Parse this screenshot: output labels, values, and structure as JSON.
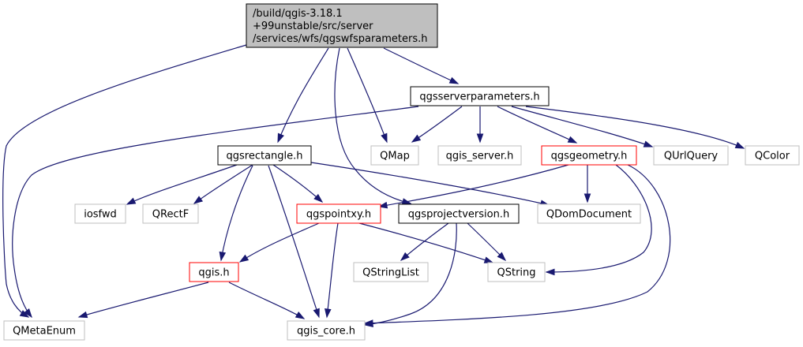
{
  "colors": {
    "edge": "#191970",
    "border_normal": "#000000",
    "border_external": "#bfbfbf",
    "border_incomplete": "#ff0000",
    "fill_root": "#bfbfbf",
    "fill_default": "#ffffff"
  },
  "nodes": [
    {
      "id": "root",
      "lines": [
        "/build/qgis-3.18.1",
        "+99unstable/src/server",
        "/services/wfs/qgswfsparameters.h"
      ],
      "kind": "root"
    },
    {
      "id": "qgsserverparameters",
      "lines": [
        "qgsserverparameters.h"
      ],
      "kind": "normal"
    },
    {
      "id": "qgsrectangle",
      "lines": [
        "qgsrectangle.h"
      ],
      "kind": "normal"
    },
    {
      "id": "qmap",
      "lines": [
        "QMap"
      ],
      "kind": "external"
    },
    {
      "id": "qgis_server",
      "lines": [
        "qgis_server.h"
      ],
      "kind": "external"
    },
    {
      "id": "qgsgeometry",
      "lines": [
        "qgsgeometry.h"
      ],
      "kind": "incomplete"
    },
    {
      "id": "qurlquery",
      "lines": [
        "QUrlQuery"
      ],
      "kind": "external"
    },
    {
      "id": "qcolor",
      "lines": [
        "QColor"
      ],
      "kind": "external"
    },
    {
      "id": "iosfwd",
      "lines": [
        "iosfwd"
      ],
      "kind": "external"
    },
    {
      "id": "qrectf",
      "lines": [
        "QRectF"
      ],
      "kind": "external"
    },
    {
      "id": "qgspointxy",
      "lines": [
        "qgspointxy.h"
      ],
      "kind": "incomplete"
    },
    {
      "id": "qgsprojectversion",
      "lines": [
        "qgsprojectversion.h"
      ],
      "kind": "normal"
    },
    {
      "id": "qdomdocument",
      "lines": [
        "QDomDocument"
      ],
      "kind": "external"
    },
    {
      "id": "qgis",
      "lines": [
        "qgis.h"
      ],
      "kind": "incomplete"
    },
    {
      "id": "qstringlist",
      "lines": [
        "QStringList"
      ],
      "kind": "external"
    },
    {
      "id": "qstring",
      "lines": [
        "QString"
      ],
      "kind": "external"
    },
    {
      "id": "qmetaenum",
      "lines": [
        "QMetaEnum"
      ],
      "kind": "external"
    },
    {
      "id": "qgis_core",
      "lines": [
        "qgis_core.h"
      ],
      "kind": "external"
    }
  ],
  "edges": [
    {
      "from": "root",
      "to": "qmetaenum"
    },
    {
      "from": "root",
      "to": "qgsrectangle"
    },
    {
      "from": "root",
      "to": "qmap"
    },
    {
      "from": "root",
      "to": "qgsprojectversion"
    },
    {
      "from": "root",
      "to": "qgsserverparameters"
    },
    {
      "from": "qgsserverparameters",
      "to": "qmetaenum"
    },
    {
      "from": "qgsserverparameters",
      "to": "qmap"
    },
    {
      "from": "qgsserverparameters",
      "to": "qgis_server"
    },
    {
      "from": "qgsserverparameters",
      "to": "qgsgeometry"
    },
    {
      "from": "qgsserverparameters",
      "to": "qurlquery"
    },
    {
      "from": "qgsserverparameters",
      "to": "qcolor"
    },
    {
      "from": "qgsrectangle",
      "to": "iosfwd"
    },
    {
      "from": "qgsrectangle",
      "to": "qrectf"
    },
    {
      "from": "qgsrectangle",
      "to": "qgspointxy"
    },
    {
      "from": "qgsrectangle",
      "to": "qdomdocument"
    },
    {
      "from": "qgsrectangle",
      "to": "qgis"
    },
    {
      "from": "qgsrectangle",
      "to": "qgis_core"
    },
    {
      "from": "qgsgeometry",
      "to": "qgspointxy"
    },
    {
      "from": "qgsgeometry",
      "to": "qdomdocument"
    },
    {
      "from": "qgsgeometry",
      "to": "qstring"
    },
    {
      "from": "qgsgeometry",
      "to": "qgis_core"
    },
    {
      "from": "qgspointxy",
      "to": "qgis"
    },
    {
      "from": "qgspointxy",
      "to": "qstring"
    },
    {
      "from": "qgspointxy",
      "to": "qgis_core"
    },
    {
      "from": "qgsprojectversion",
      "to": "qstringlist"
    },
    {
      "from": "qgsprojectversion",
      "to": "qstring"
    },
    {
      "from": "qgsprojectversion",
      "to": "qgis_core"
    },
    {
      "from": "qgis",
      "to": "qmetaenum"
    },
    {
      "from": "qgis",
      "to": "qgis_core"
    }
  ]
}
